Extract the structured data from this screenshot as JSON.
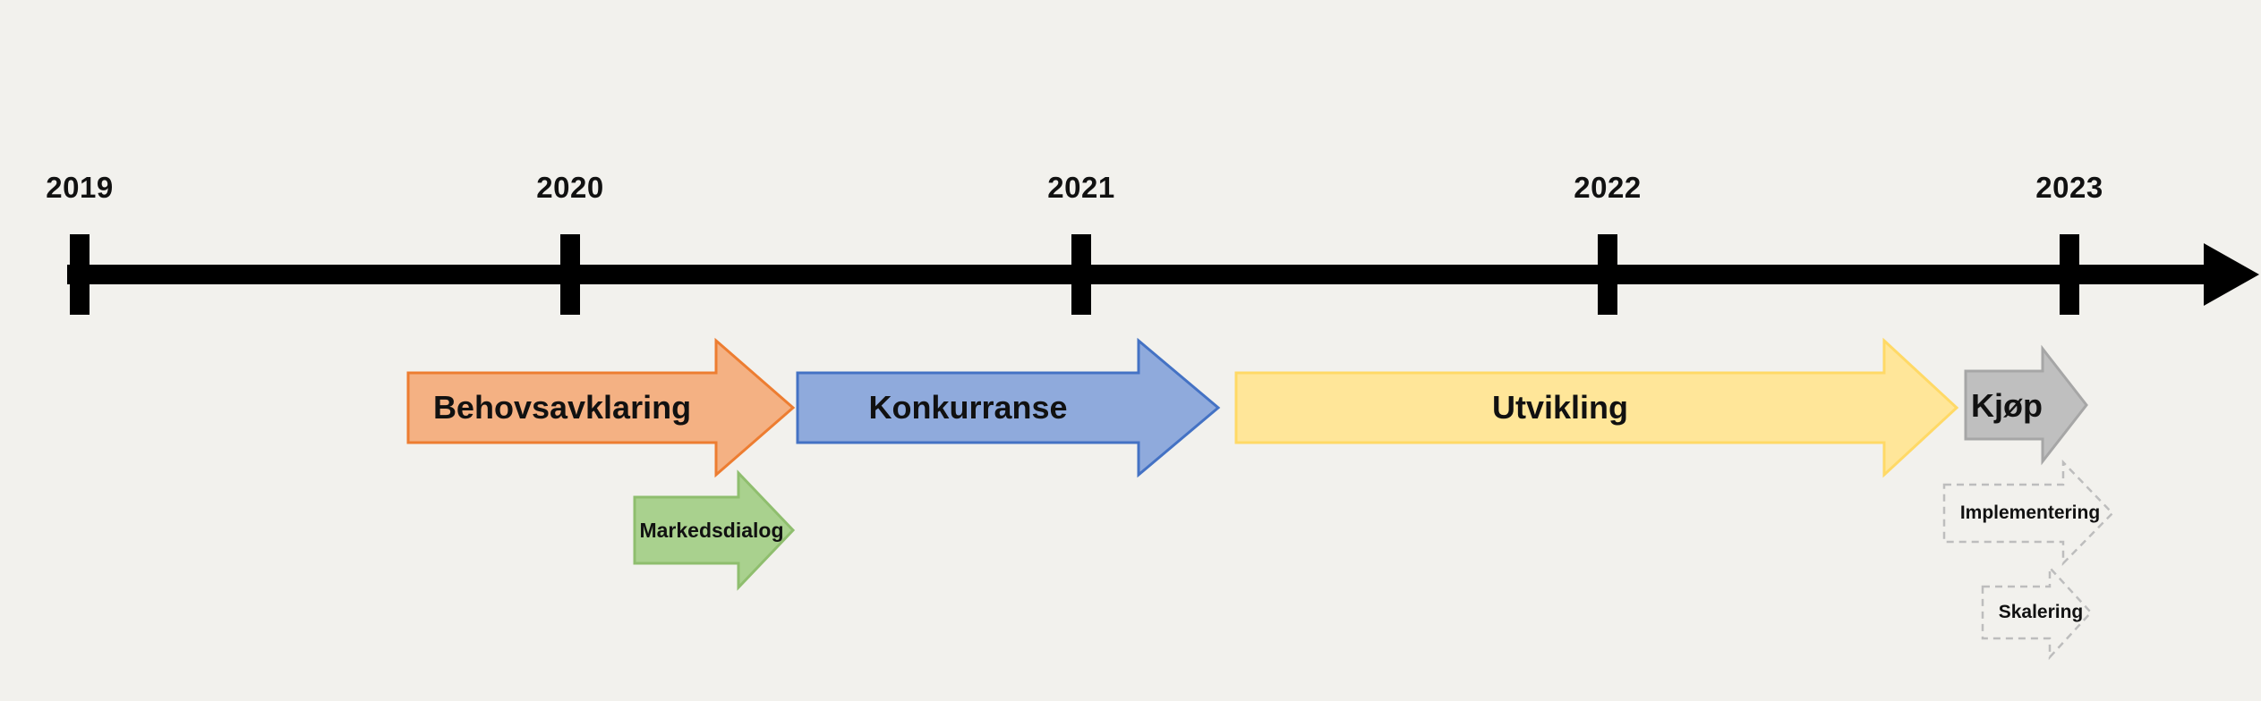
{
  "canvas": {
    "background": "#F2F1ED"
  },
  "timeline": {
    "color": "#000000",
    "years": [
      {
        "label": "2019"
      },
      {
        "label": "2020"
      },
      {
        "label": "2021"
      },
      {
        "label": "2022"
      },
      {
        "label": "2023"
      }
    ]
  },
  "phases": [
    {
      "label": "Behovsavklaring",
      "fill": "#F4B183",
      "stroke": "#ED7D31"
    },
    {
      "label": "Konkurranse",
      "fill": "#8FAADC",
      "stroke": "#4472C4"
    },
    {
      "label": "Utvikling",
      "fill": "#FFE699",
      "stroke": "#FFD966"
    },
    {
      "label": "Kjøp",
      "fill": "#BFBFBF",
      "stroke": "#A6A6A6"
    }
  ],
  "subphases": [
    {
      "label": "Markedsdialog",
      "fill": "#A9D18E",
      "stroke": "#8FBE6E",
      "style": "solid"
    },
    {
      "label": "Implementering",
      "fill": "none",
      "stroke": "#BDBDBD",
      "style": "dashed"
    },
    {
      "label": "Skalering",
      "fill": "none",
      "stroke": "#BDBDBD",
      "style": "dashed"
    }
  ]
}
